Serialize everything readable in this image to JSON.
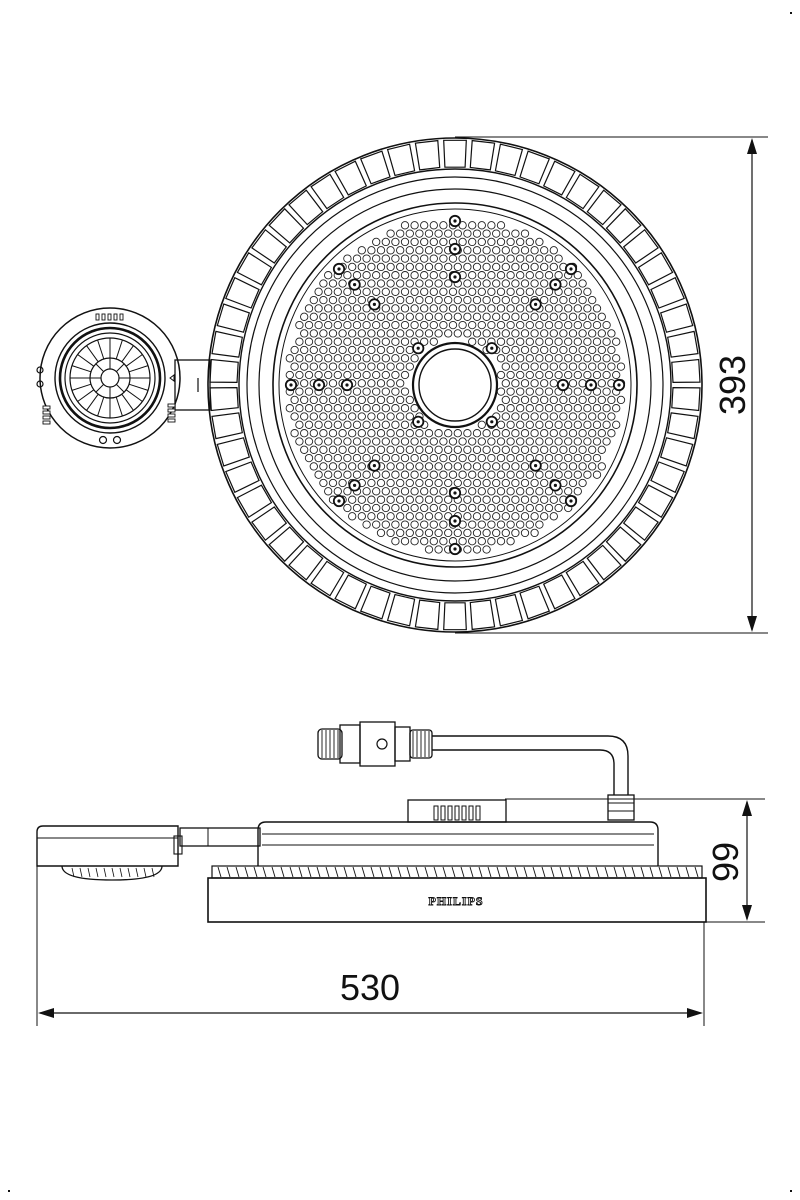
{
  "dimensions": {
    "height": "393",
    "depth": "99",
    "width": "530"
  },
  "brand": "PHILIPS",
  "colors": {
    "line": "#111111",
    "background": "#ffffff"
  }
}
